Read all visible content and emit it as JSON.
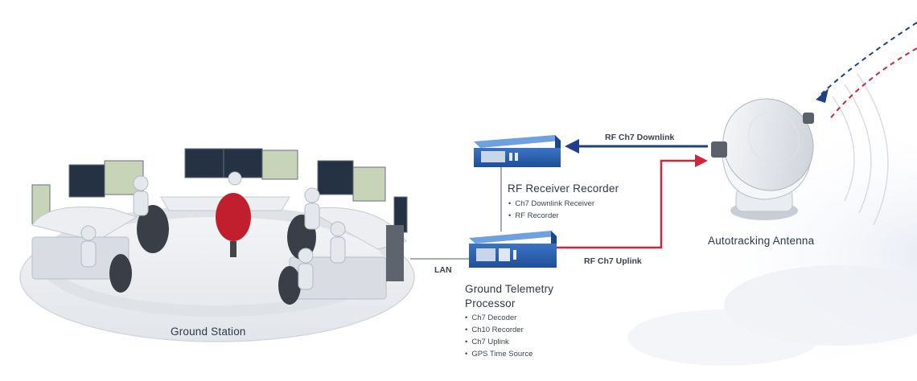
{
  "colors": {
    "downlink": "#1f3f86",
    "uplink": "#d0253a",
    "device": "#2c62b5",
    "text": "#333b45"
  },
  "ground_station": {
    "label": "Ground Station"
  },
  "lan": {
    "label": "LAN"
  },
  "rf_receiver_recorder": {
    "title": "RF Receiver Recorder",
    "features": [
      "Ch7 Downlink Receiver",
      "RF Recorder"
    ]
  },
  "ground_telemetry_processor": {
    "title_line1": "Ground Telemetry",
    "title_line2": "Processor",
    "features": [
      "Ch7 Decoder",
      "Ch10 Recorder",
      "Ch7 Uplink",
      "GPS Time Source"
    ]
  },
  "downlink": {
    "label": "RF Ch7 Downlink"
  },
  "uplink": {
    "label": "RF Ch7 Uplink"
  },
  "antenna": {
    "label": "Autotracking Antenna"
  }
}
